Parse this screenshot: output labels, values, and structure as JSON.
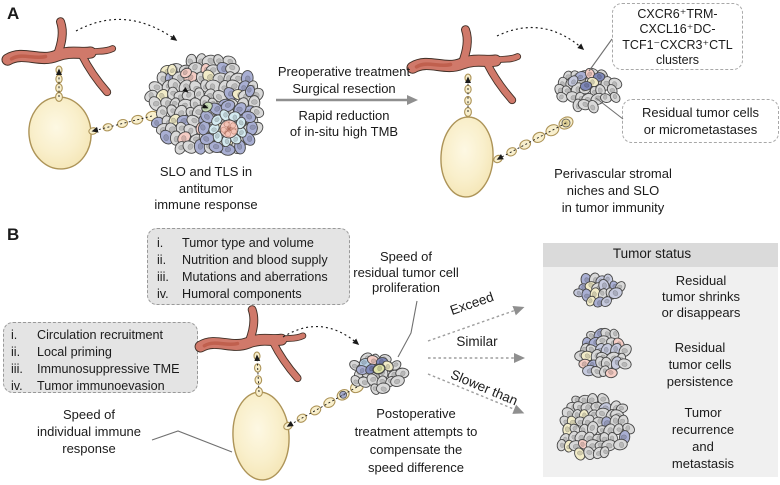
{
  "panelA": {
    "label": "A",
    "slo_label": "SLO and TLS in\nantitumor\nimmune response",
    "arrow_top": "Preoperative treatment\nSurgical resection",
    "arrow_bottom": "Rapid reduction\nof in-situ high TMB",
    "cluster_callout": "CXCR6⁺TRM-\nCXCL16⁺DC-\nTCF1⁻CXCR3⁺CTL\nclusters",
    "residual_callout": "Residual tumor cells\nor micrometastases",
    "perivascular_label": "Perivascular stromal\nniches and SLO\nin tumor immunity"
  },
  "panelB": {
    "label": "B",
    "tumor_factors": {
      "items": [
        {
          "n": "i.",
          "t": "Tumor type and volume"
        },
        {
          "n": "ii.",
          "t": "Nutrition and blood supply"
        },
        {
          "n": "iii.",
          "t": "Mutations and aberrations"
        },
        {
          "n": "iv.",
          "t": "Humoral components"
        }
      ]
    },
    "immune_factors": {
      "items": [
        {
          "n": "i.",
          "t": "Circulation recruitment"
        },
        {
          "n": "ii.",
          "t": "Local priming"
        },
        {
          "n": "iii.",
          "t": "Immunosuppressive TME"
        },
        {
          "n": "iv.",
          "t": "Tumor immunoevasion"
        }
      ]
    },
    "speed_residual": "Speed of\nresidual tumor cell\nproliferation",
    "speed_individual": "Speed of\nindividual immune\nresponse",
    "postoperative": "Postoperative\ntreatment attempts to\ncompensate the\nspeed difference",
    "arrows": {
      "exceed": "Exceed",
      "similar": "Similar",
      "slower": "Slower than"
    },
    "status": {
      "title": "Tumor status",
      "outcomes": [
        {
          "cluster_size": "small",
          "text": "Residual\ntumor shrinks\nor disappears"
        },
        {
          "cluster_size": "medium",
          "text": "Residual\ntumor cells\npersistence"
        },
        {
          "cluster_size": "large",
          "text": "Tumor\nrecurrence and\nmetastasis"
        }
      ]
    }
  },
  "colors": {
    "vessel": "#d0796a",
    "vessel_outline": "#402f26",
    "vessel_shade": "#bd5c49",
    "node_fill": "#f9efcb",
    "node_edge": "#ad9458",
    "bead": "#f8efcd",
    "cell_gray": "#d9d9d9",
    "cell_periwinkle": "#a9afd3",
    "cell_lavender": "#c6cade",
    "cell_navy": "#8089ba",
    "cell_cream": "#f2ecc8",
    "cell_pink": "#f5cdc5",
    "cell_cyan": "#d5ebf1",
    "cell_green": "#c7dcb6",
    "cell_lime": "#dfe3a8",
    "cell_sky": "#b7cfe4",
    "cell_stroke": "#474747",
    "arrow_gray": "#8f8f8f",
    "dash_dark": "#1a1a1a",
    "box_bg": "#e4e4e4",
    "box_border": "#999999",
    "callout_border": "#a8a8a8",
    "panel_bg": "#f0f0f0",
    "panel_header_bg": "#dadada",
    "text": "#1b1b1b"
  }
}
